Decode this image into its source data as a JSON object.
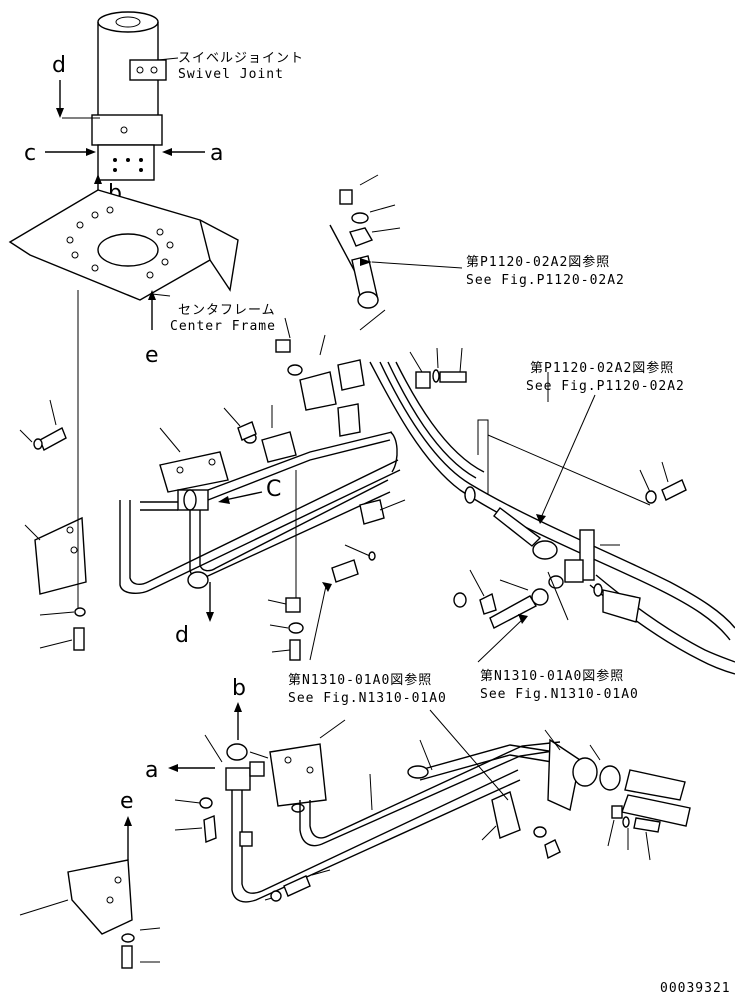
{
  "labels": {
    "swivel_joint_jp": "スイベルジョイント",
    "swivel_joint_en": "Swivel Joint",
    "center_frame_jp": "センタフレーム",
    "center_frame_en": "Center Frame",
    "ref_p1120_a_jp": "第P1120-02A2図参照",
    "ref_p1120_a_en": "See Fig.P1120-02A2",
    "ref_p1120_b_jp": "第P1120-02A2図参照",
    "ref_p1120_b_en": "See Fig.P1120-02A2",
    "ref_n1310_a_jp": "第N1310-01A0図参照",
    "ref_n1310_a_en": "See Fig.N1310-01A0",
    "ref_n1310_b_jp": "第N1310-01A0図参照",
    "ref_n1310_b_en": "See Fig.N1310-01A0",
    "drawing_number": "00039321"
  },
  "view_markers": {
    "a_top": "a",
    "b_top": "b",
    "c_top": "c",
    "d_top": "d",
    "e_top": "e",
    "c_mid": "C",
    "d_mid": "d",
    "a_bottom": "a",
    "b_bottom": "b",
    "e_bottom": "e"
  }
}
